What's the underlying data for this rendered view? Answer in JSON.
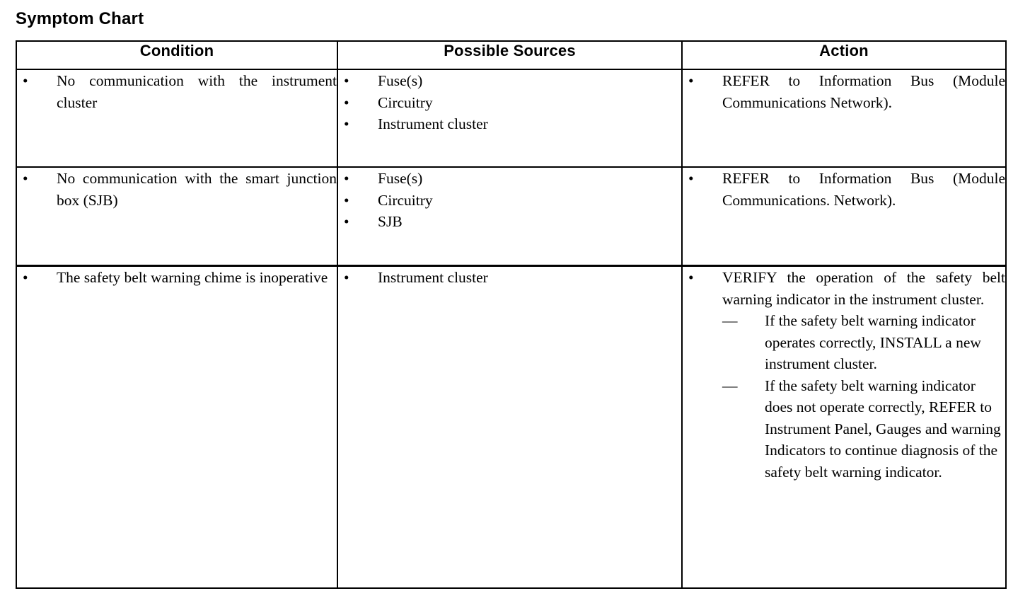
{
  "document": {
    "title": "Symptom Chart"
  },
  "table": {
    "headers": {
      "condition": "Condition",
      "possible_sources": "Possible Sources",
      "action": "Action"
    },
    "rows": [
      {
        "condition": [
          "No communication with the instrument cluster"
        ],
        "possible_sources": [
          "Fuse(s)",
          "Circuitry",
          "Instrument cluster"
        ],
        "action": [
          {
            "text": "REFER to Information Bus (Module Communications Network).",
            "sub": []
          }
        ]
      },
      {
        "condition": [
          "No communication with the smart junction box (SJB)"
        ],
        "possible_sources": [
          "Fuse(s)",
          "Circuitry",
          "SJB"
        ],
        "action": [
          {
            "text": "REFER to Information Bus (Module Communications. Network).",
            "sub": []
          }
        ]
      },
      {
        "condition": [
          "The safety belt warning chime is inoperative"
        ],
        "possible_sources": [
          "Instrument cluster"
        ],
        "action": [
          {
            "text": "VERIFY the operation of the safety belt warning indicator in the instrument cluster.",
            "sub": [
              "If the safety belt warning indicator operates correctly, INSTALL a new instrument cluster.",
              "If the safety belt warning indicator does not operate correctly, REFER to Instrument Panel, Gauges and warning Indicators to continue diagnosis of the safety belt warning indicator."
            ]
          }
        ]
      }
    ]
  },
  "icons": {
    "bullet": "bullet-point-icon",
    "dash": "em-dash-bullet-icon"
  },
  "colors": {
    "text": "#000000",
    "background": "#ffffff",
    "border": "#000000"
  }
}
